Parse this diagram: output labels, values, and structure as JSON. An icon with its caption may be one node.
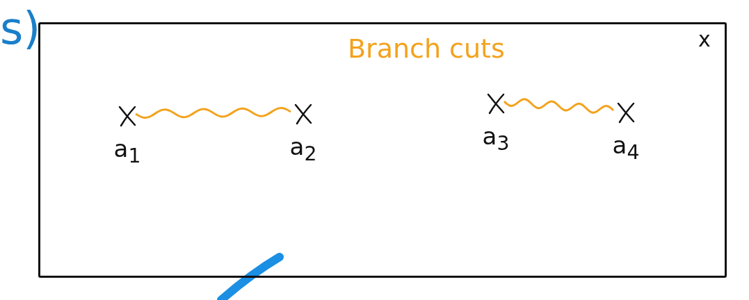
{
  "diagram": {
    "nodes": [
      {
        "text": [],
        "shape": "box"
      },
      {
        "text": [
          "a$_{1}$"
        ],
        "in": 0
      },
      {
        "text": [
          "a$_{2}$"
        ],
        "in": 0
      },
      {
        "text": [
          "a$_{3}$"
        ],
        "in": 0
      },
      {
        "text": [
          "a$_{4}$"
        ],
        "in": 0
      }
    ],
    "edges": [
      {
        "from": 1,
        "to": 2,
        "arrow": "none"
      },
      {
        "from": 3,
        "to": 4,
        "arrow": "none"
      }
    ],
    "labels": [
      "s)",
      "Branch cuts",
      "x"
    ]
  }
}
